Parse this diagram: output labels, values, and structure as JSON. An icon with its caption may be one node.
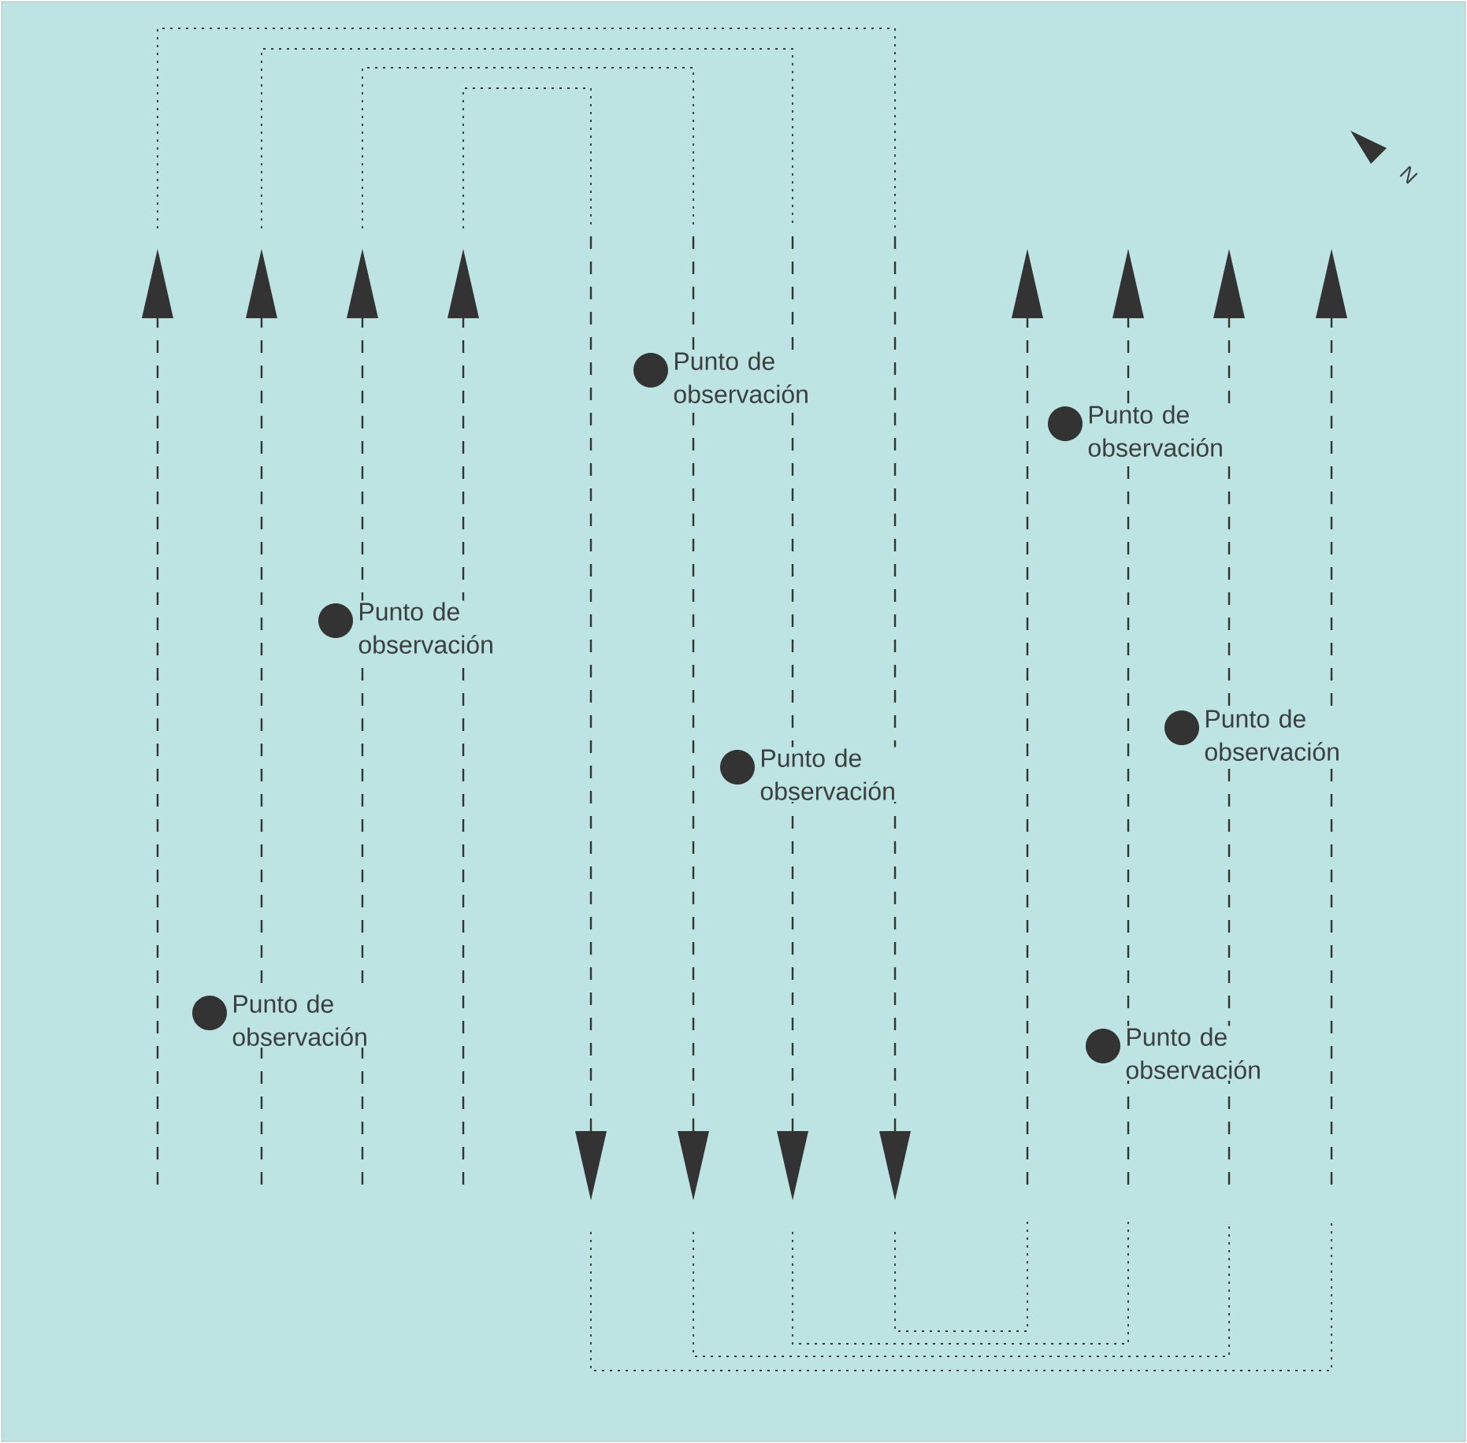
{
  "diagram": {
    "nodes": [
      {
        "text": [],
        "shape": "circle",
        "beside": [
          "Punto de observación"
        ]
      },
      {
        "text": [],
        "shape": "circle",
        "beside": [
          "Punto de observación"
        ]
      },
      {
        "text": [],
        "shape": "circle",
        "beside": [
          "Punto de observación"
        ]
      },
      {
        "text": [],
        "shape": "circle",
        "beside": [
          "Punto de observación"
        ]
      },
      {
        "text": [],
        "shape": "circle",
        "beside": [
          "Punto de observación"
        ]
      },
      {
        "text": [],
        "shape": "circle",
        "beside": [
          "Punto de observación"
        ]
      },
      {
        "text": [],
        "shape": "circle",
        "beside": [
          "Punto de observación"
        ]
      }
    ],
    "labels": [
      "N"
    ]
  }
}
